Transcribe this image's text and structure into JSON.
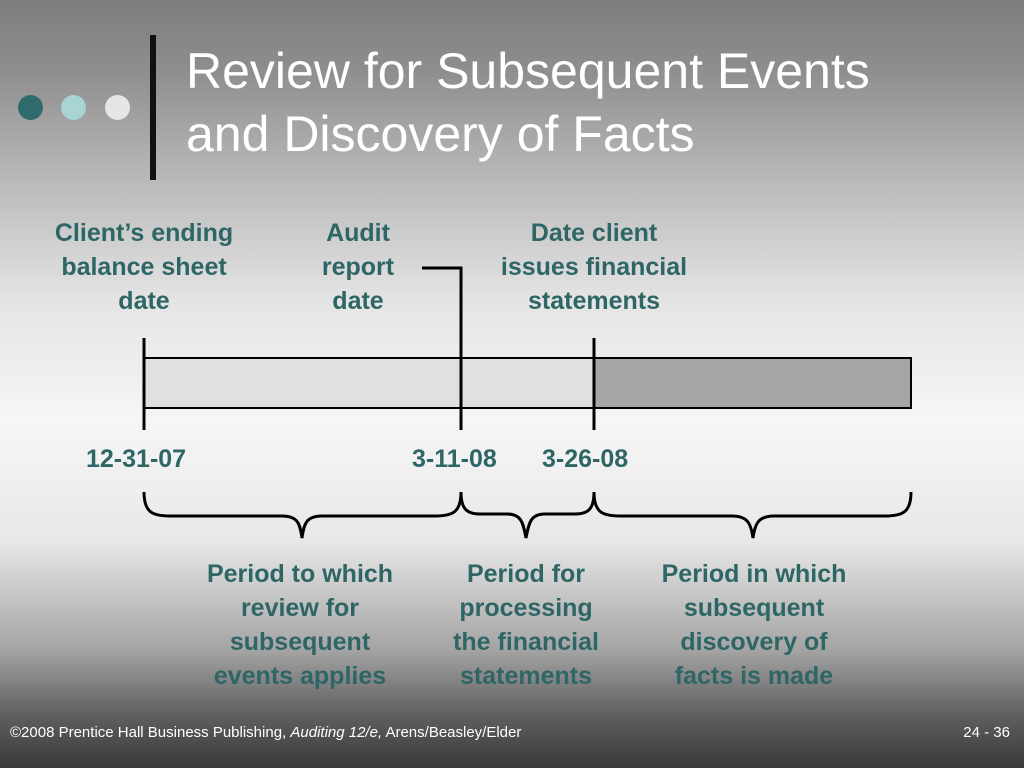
{
  "title": {
    "line1": "Review for Subsequent Events",
    "line2": "and Discovery of Facts"
  },
  "colors": {
    "teal": "#2e6565",
    "light_bar": "#e0e0e0",
    "dark_bar": "#a6a6a6"
  },
  "top_labels": {
    "balance_sheet": [
      "Client’s ending",
      "balance sheet",
      "date"
    ],
    "audit_report": [
      "Audit",
      "report",
      "date"
    ],
    "issue_date": [
      "Date client",
      "issues financial",
      "statements"
    ]
  },
  "dates": {
    "d1": "12-31-07",
    "d2": "3-11-08",
    "d3": "3-26-08"
  },
  "periods": {
    "review": [
      "Period to which",
      "review for",
      "subsequent",
      "events applies"
    ],
    "processing": [
      "Period for",
      "processing",
      "the financial",
      "statements"
    ],
    "discovery": [
      "Period in which",
      "subsequent",
      "discovery of",
      "facts is made"
    ]
  },
  "footer": {
    "copyright": "©2008 Prentice Hall Business Publishing, ",
    "book": "Auditing 12/e,",
    "authors": " Arens/Beasley/Elder",
    "page": "24 - 36"
  }
}
